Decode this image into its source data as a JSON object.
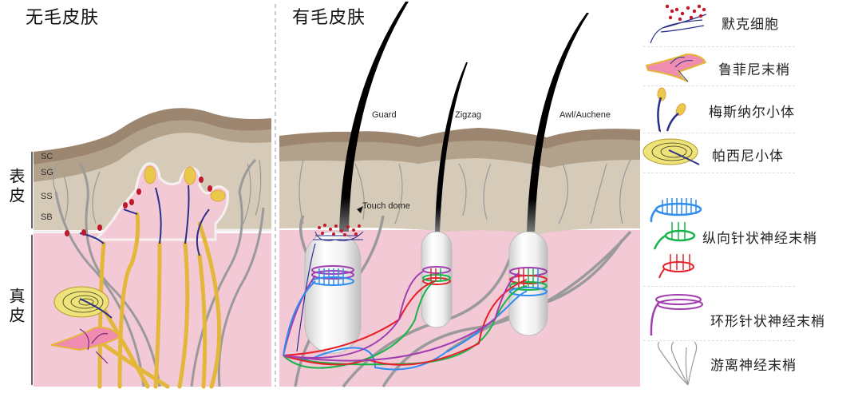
{
  "panels": {
    "glabrous": {
      "title": "无毛皮肤",
      "epidermis_label": "表皮",
      "dermis_label": "真皮",
      "layers": [
        "SC",
        "SG",
        "SS",
        "SB"
      ]
    },
    "hairy": {
      "title": "有毛皮肤",
      "hair_types": [
        "Guard",
        "Zigzag",
        "Awl/Auchene"
      ],
      "annotation": "Touch dome"
    }
  },
  "legend": {
    "items": [
      {
        "icon": "merkel-cell-icon",
        "label": "默克细胞"
      },
      {
        "icon": "ruffini-ending-icon",
        "label": "鲁菲尼末梢"
      },
      {
        "icon": "meissner-corpuscle-icon",
        "label": "梅斯纳尔小体"
      },
      {
        "icon": "pacinian-corpuscle-icon",
        "label": "帕西尼小体"
      },
      {
        "icon": "longitudinal-lanceolate-ending-icon",
        "label": "纵向针状神经末梢"
      },
      {
        "icon": "circumferential-lanceolate-ending-icon",
        "label": "环形针状神经末梢"
      },
      {
        "icon": "free-nerve-ending-icon",
        "label": "游离神经末梢"
      }
    ]
  },
  "colors": {
    "stratum_corneum": "#9c8670",
    "stratum_granulosum": "#b3a28b",
    "spinosum_basale": "#d6cbb8",
    "dermis": "#f3c9d6",
    "nerve_yellow": "#e3b83a",
    "nerve_gray": "#9a9a9a",
    "merkel_red": "#c0182a",
    "nerve_blue": "#2a2f8a",
    "lanceolate_blue": "#2f8cf0",
    "lanceolate_green": "#19b34a",
    "lanceolate_red": "#e8202a",
    "circumferential_purple": "#a23db0"
  }
}
